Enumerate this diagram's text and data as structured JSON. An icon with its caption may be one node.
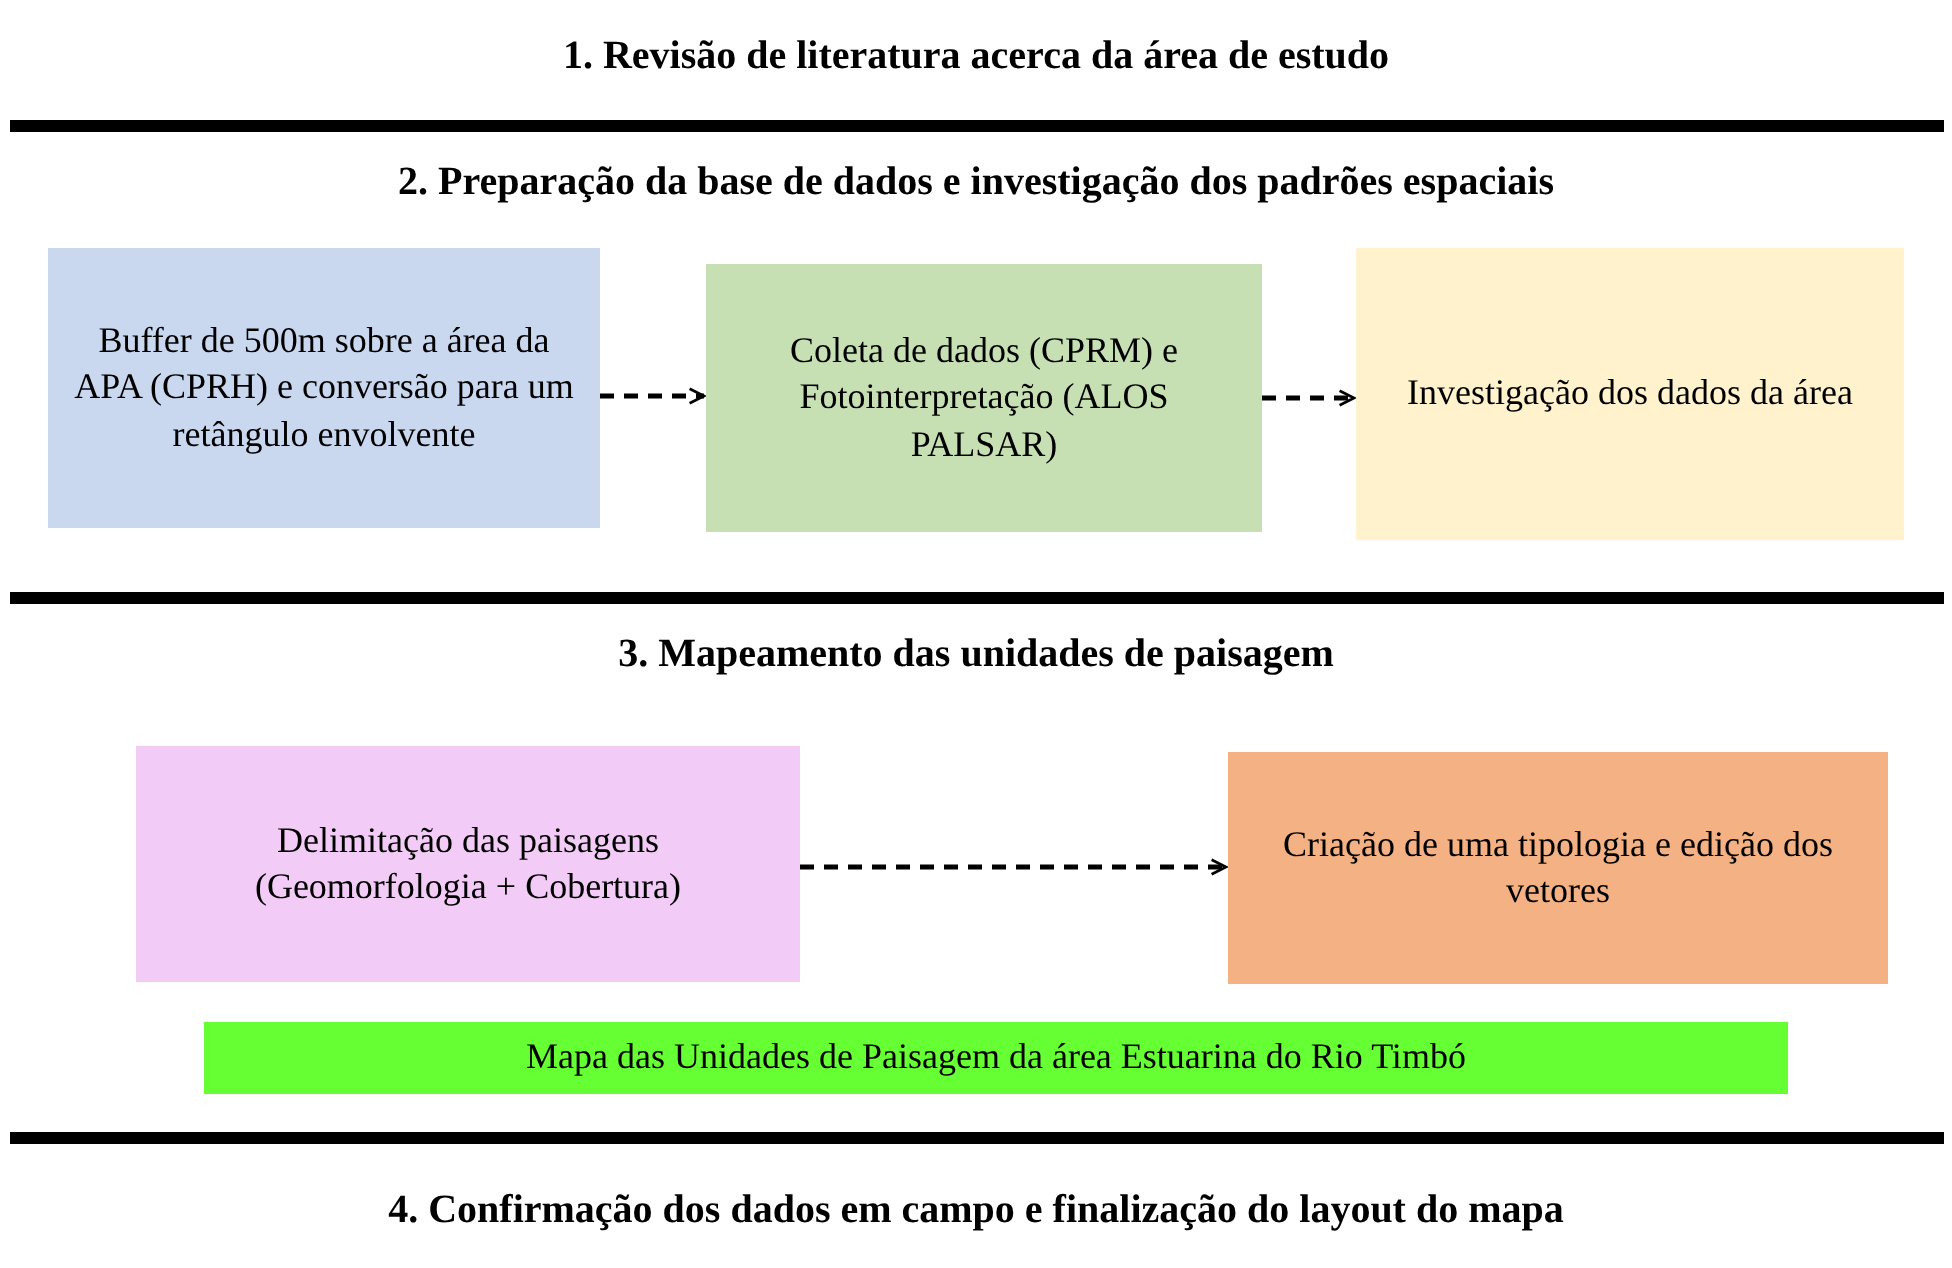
{
  "diagram": {
    "nodes": [
      {
        "text": [
          "1. Revisão de literatura acerca da área de estudo"
        ]
      },
      {
        "text": [
          "2. Preparação da base de dados e investigação dos padrões espaciais"
        ]
      },
      {
        "text": [
          "Buffer de 500m sobre a área da APA (CPRH) e conversão para um retângulo envolvente"
        ],
        "in": 1
      },
      {
        "text": [
          "Coleta de dados (CPRM) e Fotointerpretação (ALOS PALSAR)"
        ],
        "in": 1
      },
      {
        "text": [
          "Investigação dos dados da área"
        ],
        "in": 1
      },
      {
        "text": [
          "3. Mapeamento das unidades de paisagem"
        ]
      },
      {
        "text": [
          "Delimitação das paisagens (Geomorfologia + Cobertura)"
        ],
        "in": 5
      },
      {
        "text": [
          "Criação de uma tipologia e edição dos vetores"
        ],
        "in": 5
      },
      {
        "text": [
          "Mapa das Unidades de Paisagem da área Estuarina do Rio Timbó"
        ],
        "in": 5
      },
      {
        "text": [
          "4. Confirmação dos dados em campo e finalização do layout do mapa"
        ]
      }
    ],
    "edges": [
      {
        "from": 2,
        "to": 3,
        "arrow": "to",
        "style": "dashed"
      },
      {
        "from": 3,
        "to": 4,
        "arrow": "to",
        "style": "dashed"
      },
      {
        "from": 6,
        "to": 7,
        "arrow": "to",
        "style": "dashed"
      }
    ]
  }
}
